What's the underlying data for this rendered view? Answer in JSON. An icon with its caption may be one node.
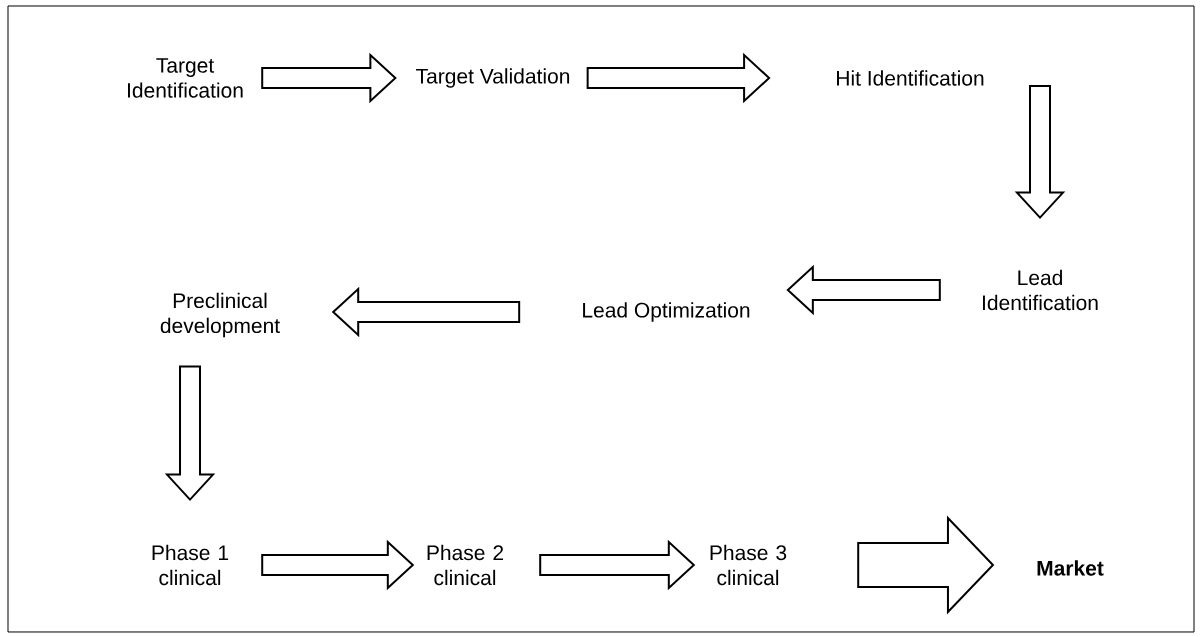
{
  "diagram": {
    "nodes": [
      {
        "text": [
          "Target Identification"
        ]
      },
      {
        "text": [
          "Target Validation"
        ]
      },
      {
        "text": [
          "Hit Identification"
        ]
      },
      {
        "text": [
          "Lead Identification"
        ]
      },
      {
        "text": [
          "Lead Optimization"
        ]
      },
      {
        "text": [
          "Preclinical development"
        ]
      },
      {
        "text": [
          "Phase 1 clinical"
        ]
      },
      {
        "text": [
          "Phase 2 clinical"
        ]
      },
      {
        "text": [
          "Phase 3 clinical"
        ]
      },
      {
        "text": [
          "Market"
        ]
      }
    ],
    "edges": [
      {
        "from": 0,
        "to": 1,
        "arrow": "to"
      },
      {
        "from": 1,
        "to": 2,
        "arrow": "to"
      },
      {
        "from": 2,
        "to": 3,
        "arrow": "to"
      },
      {
        "from": 3,
        "to": 4,
        "arrow": "to"
      },
      {
        "from": 4,
        "to": 5,
        "arrow": "to"
      },
      {
        "from": 5,
        "to": 6,
        "arrow": "to"
      },
      {
        "from": 6,
        "to": 7,
        "arrow": "to"
      },
      {
        "from": 7,
        "to": 8,
        "arrow": "to"
      },
      {
        "from": 8,
        "to": 9,
        "arrow": "to",
        "style": "thick"
      }
    ]
  }
}
